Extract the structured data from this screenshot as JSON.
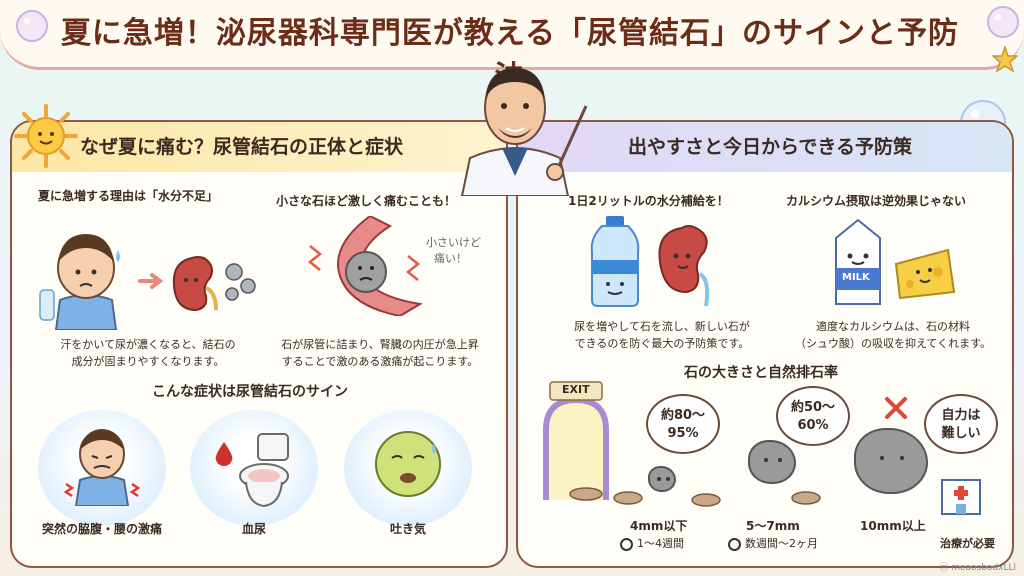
{
  "title": "夏に急増！泌尿器科専門医が教える「尿管結石」のサインと予防法",
  "left": {
    "banner": "なぜ夏に痛む？尿管結石の正体と症状",
    "cause1": {
      "heading": "夏に急増する理由は「水分不足」",
      "text1": "汗をかいて尿が濃くなると、結石の",
      "text2": "成分が固まりやすくなります。"
    },
    "cause2": {
      "heading": "小さな石ほど激しく痛むことも！",
      "note1": "小さいけど",
      "note2": "痛い！",
      "text1": "石が尿管に詰まり、腎臓の内圧が急上昇",
      "text2": "することで激のある激痛が起こります。"
    },
    "symptoms_heading": "こんな症状は尿管結石のサイン",
    "symptoms": [
      "突然の脇腹・腰の激痛",
      "血尿",
      "吐き気"
    ]
  },
  "right": {
    "banner": "出やすさと今日からできる予防策",
    "tip1": {
      "heading": "1日2リットルの水分補給を！",
      "text1": "尿を増やして石を流し、新しい石が",
      "text2": "できるのを防ぐ最大の予防策です。"
    },
    "tip2": {
      "heading": "カルシウム摂取は逆効果じゃない",
      "milk_label": "MILK",
      "text1": "適度なカルシウムは、石の材料",
      "text2": "（シュウ酸）の吸収を抑えてくれます。"
    },
    "stones_heading": "石の大きさと自然排石率",
    "exit_label": "EXIT",
    "stones": [
      {
        "rate_line1": "約80～",
        "rate_line2": "95%",
        "size": "4mm以下",
        "period": "1～4週間"
      },
      {
        "rate_line1": "約50～",
        "rate_line2": "60%",
        "size": "5～7mm",
        "period": "数週間～2ヶ月"
      },
      {
        "rate_line1": "自力は",
        "rate_line2": "難しい",
        "size": "10mm以上",
        "period": "治療が必要"
      }
    ]
  },
  "credit": "ⓜ meaosbodxLLl",
  "colors": {
    "title": "#6b2d17",
    "panel_border": "#8a5a42",
    "left_banner": "#fce7a5",
    "right_banner": "#e2d7f5",
    "red_x": "#e0463c"
  },
  "icons": [
    "sun-icon",
    "doctor-illustration",
    "kidney-icon",
    "water-bottle-icon",
    "milk-carton-icon",
    "cheese-icon",
    "toilet-icon",
    "blood-drop-icon",
    "nausea-face-icon",
    "clock-icon",
    "hospital-icon",
    "exit-gate-icon",
    "star-icon",
    "bubble-icon"
  ]
}
